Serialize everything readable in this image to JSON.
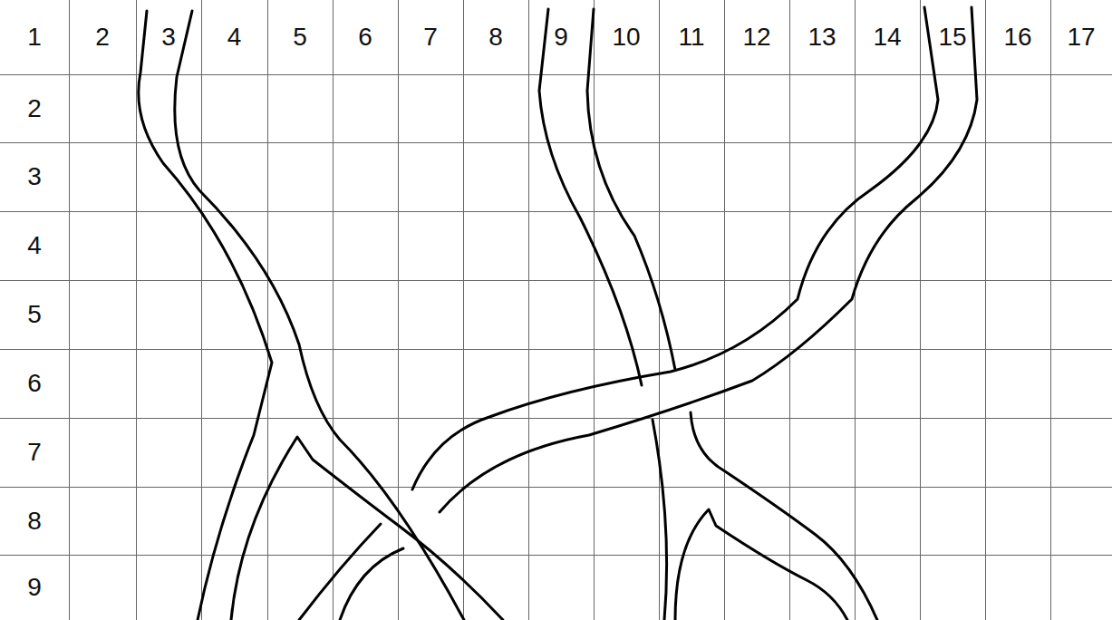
{
  "diagram": {
    "labels": [
      "1",
      "2",
      "3",
      "4",
      "5",
      "6",
      "7",
      "8",
      "9",
      "10",
      "11",
      "12",
      "13",
      "14",
      "15",
      "16",
      "17",
      "2",
      "3",
      "4",
      "5",
      "6",
      "7",
      "8",
      "9"
    ]
  }
}
